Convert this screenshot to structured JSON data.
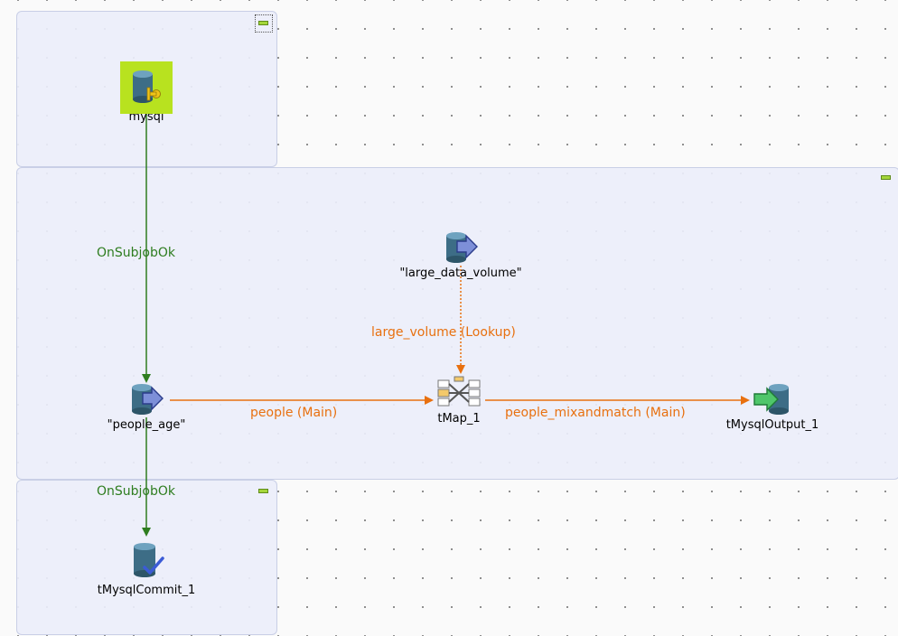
{
  "components": {
    "mysql": {
      "label": "mysql"
    },
    "people_age": {
      "label": "\"people_age\""
    },
    "large_data_volume": {
      "label": "\"large_data_volume\""
    },
    "tmap": {
      "label": "tMap_1"
    },
    "output": {
      "label": "tMysqlOutput_1"
    },
    "commit": {
      "label": "tMysqlCommit_1"
    }
  },
  "links": {
    "onsubjob_1": "OnSubjobOk",
    "onsubjob_2": "OnSubjobOk",
    "people_main": "people (Main)",
    "lookup": "large_volume (Lookup)",
    "mixandmatch": "people_mixandmatch (Main)"
  },
  "colors": {
    "trigger_link": "#2e7d1f",
    "row_link": "#e8700f",
    "subjob_bg": "#eceefa",
    "collapse_btn": "#a4d63a"
  }
}
